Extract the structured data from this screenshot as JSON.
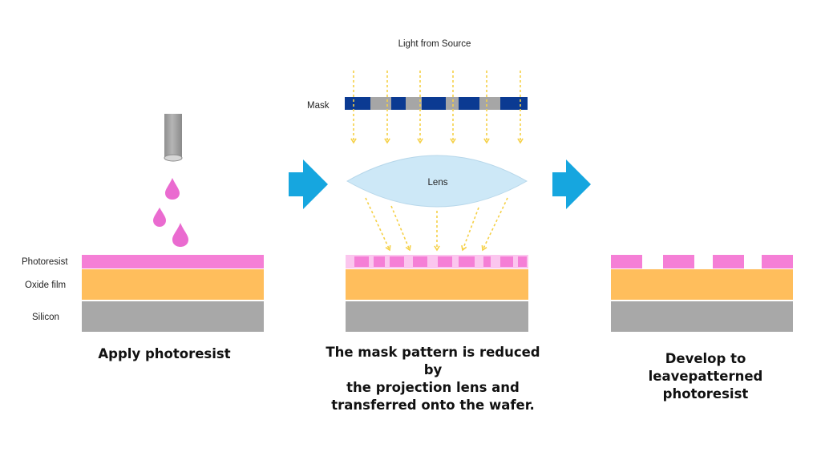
{
  "layer_labels": {
    "photoresist": "Photoresist",
    "oxide": "Oxide film",
    "silicon": "Silicon"
  },
  "light_source_label": "Light from Source",
  "mask_label": "Mask",
  "lens_label": "Lens",
  "captions": {
    "step1": [
      "Apply photoresist"
    ],
    "step2": [
      "The mask pattern is reduced by",
      "the projection lens and",
      "transferred onto the wafer."
    ],
    "step3": [
      "Develop to leavepatterned",
      "photoresist"
    ]
  },
  "colors": {
    "photoresist": "#f57fd6",
    "photoresist_exposed": "#fbc6ee",
    "oxide": "#ffbe5c",
    "silicon": "#a8a8a8",
    "mask_dark": "#0b3a92",
    "mask_gray": "#a6a6a6",
    "lens": "#cde8f7",
    "arrow": "#16a6df",
    "light_ray": "#f5d046",
    "droplet": "#ea6bd0"
  }
}
